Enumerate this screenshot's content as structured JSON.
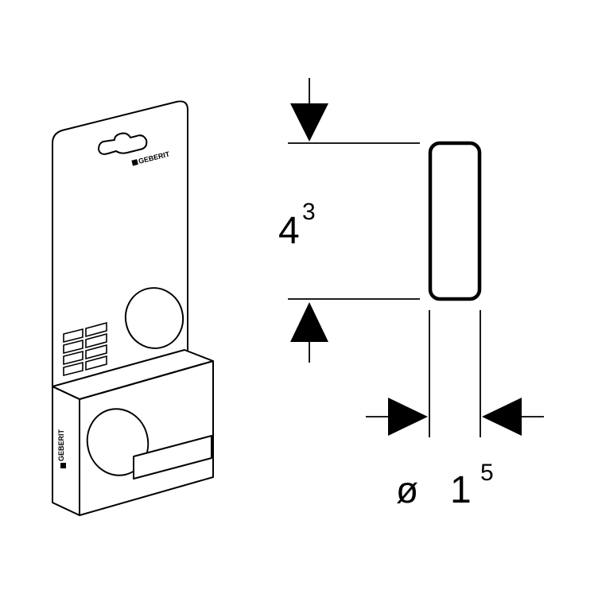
{
  "brand": {
    "logo_text": "GEBERIT"
  },
  "dimensions": {
    "height_main": "4",
    "height_sup": "3",
    "diameter_symbol": "ø",
    "diameter_main": "1",
    "diameter_sup": "5"
  },
  "colors": {
    "line": "#000000",
    "background": "#ffffff"
  }
}
